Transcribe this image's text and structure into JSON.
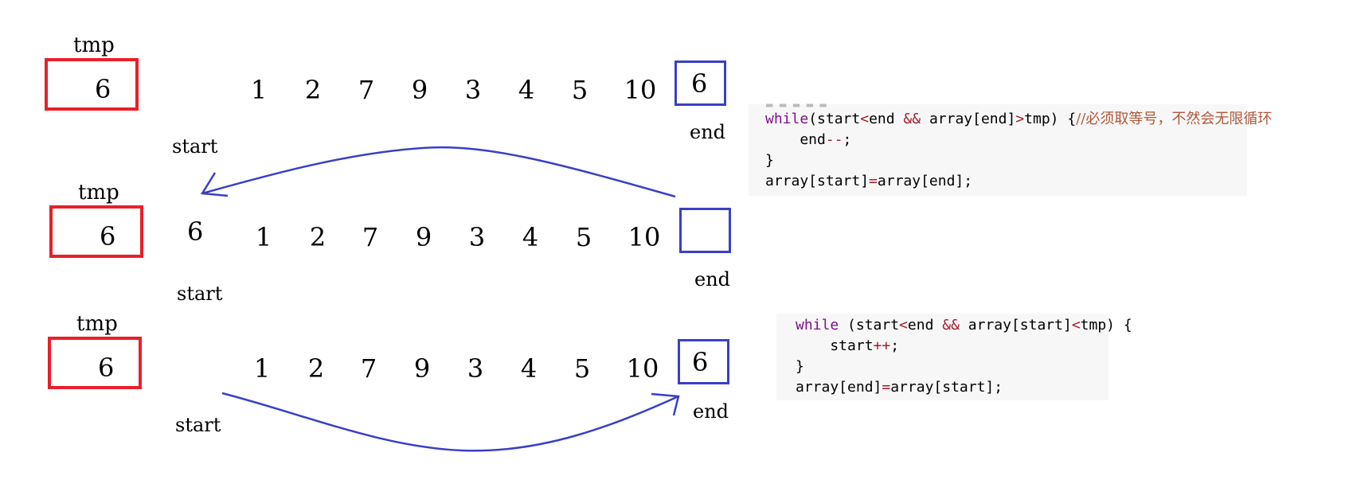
{
  "labels": {
    "tmp": "tmp",
    "start": "start",
    "end": "end"
  },
  "rows": [
    {
      "tmp_value": "6",
      "array": [
        "1",
        "2",
        "7",
        "9",
        "3",
        "4",
        "5",
        "10"
      ],
      "end_box_value": "6",
      "start_value": ""
    },
    {
      "tmp_value": "6",
      "array": [
        "1",
        "2",
        "7",
        "9",
        "3",
        "4",
        "5",
        "10"
      ],
      "end_box_value": "",
      "start_value": "6"
    },
    {
      "tmp_value": "6",
      "array": [
        "1",
        "2",
        "7",
        "9",
        "3",
        "4",
        "5",
        "10"
      ],
      "end_box_value": "6",
      "start_value": ""
    }
  ],
  "code1": {
    "l1_kw": "while",
    "l1_a": "(start",
    "l1_op1": "<",
    "l1_b": "end ",
    "l1_op2": "&&",
    "l1_c": " array[end]",
    "l1_op3": ">",
    "l1_d": "tmp) {",
    "l1_comment": "//必须取等号，不然会无限循环",
    "l2_a": "    end",
    "l2_op": "--",
    "l2_b": ";",
    "l3": "}",
    "l4_a": "array[start]",
    "l4_op": "=",
    "l4_b": "array[end];"
  },
  "code2": {
    "l1_kw": "while",
    "l1_a": " (start",
    "l1_op1": "<",
    "l1_b": "end ",
    "l1_op2": "&&",
    "l1_c": " array[start]",
    "l1_op3": "<",
    "l1_d": "tmp) {",
    "l2_a": "    start",
    "l2_op": "++",
    "l2_b": ";",
    "l3": "}",
    "l4_a": "array[end]",
    "l4_op": "=",
    "l4_b": "array[start];"
  },
  "colors": {
    "tmp_box": "#e8202a",
    "end_box": "#3a3fc8",
    "arrow": "#3a3fc8",
    "underline": "#9b2ea8"
  }
}
